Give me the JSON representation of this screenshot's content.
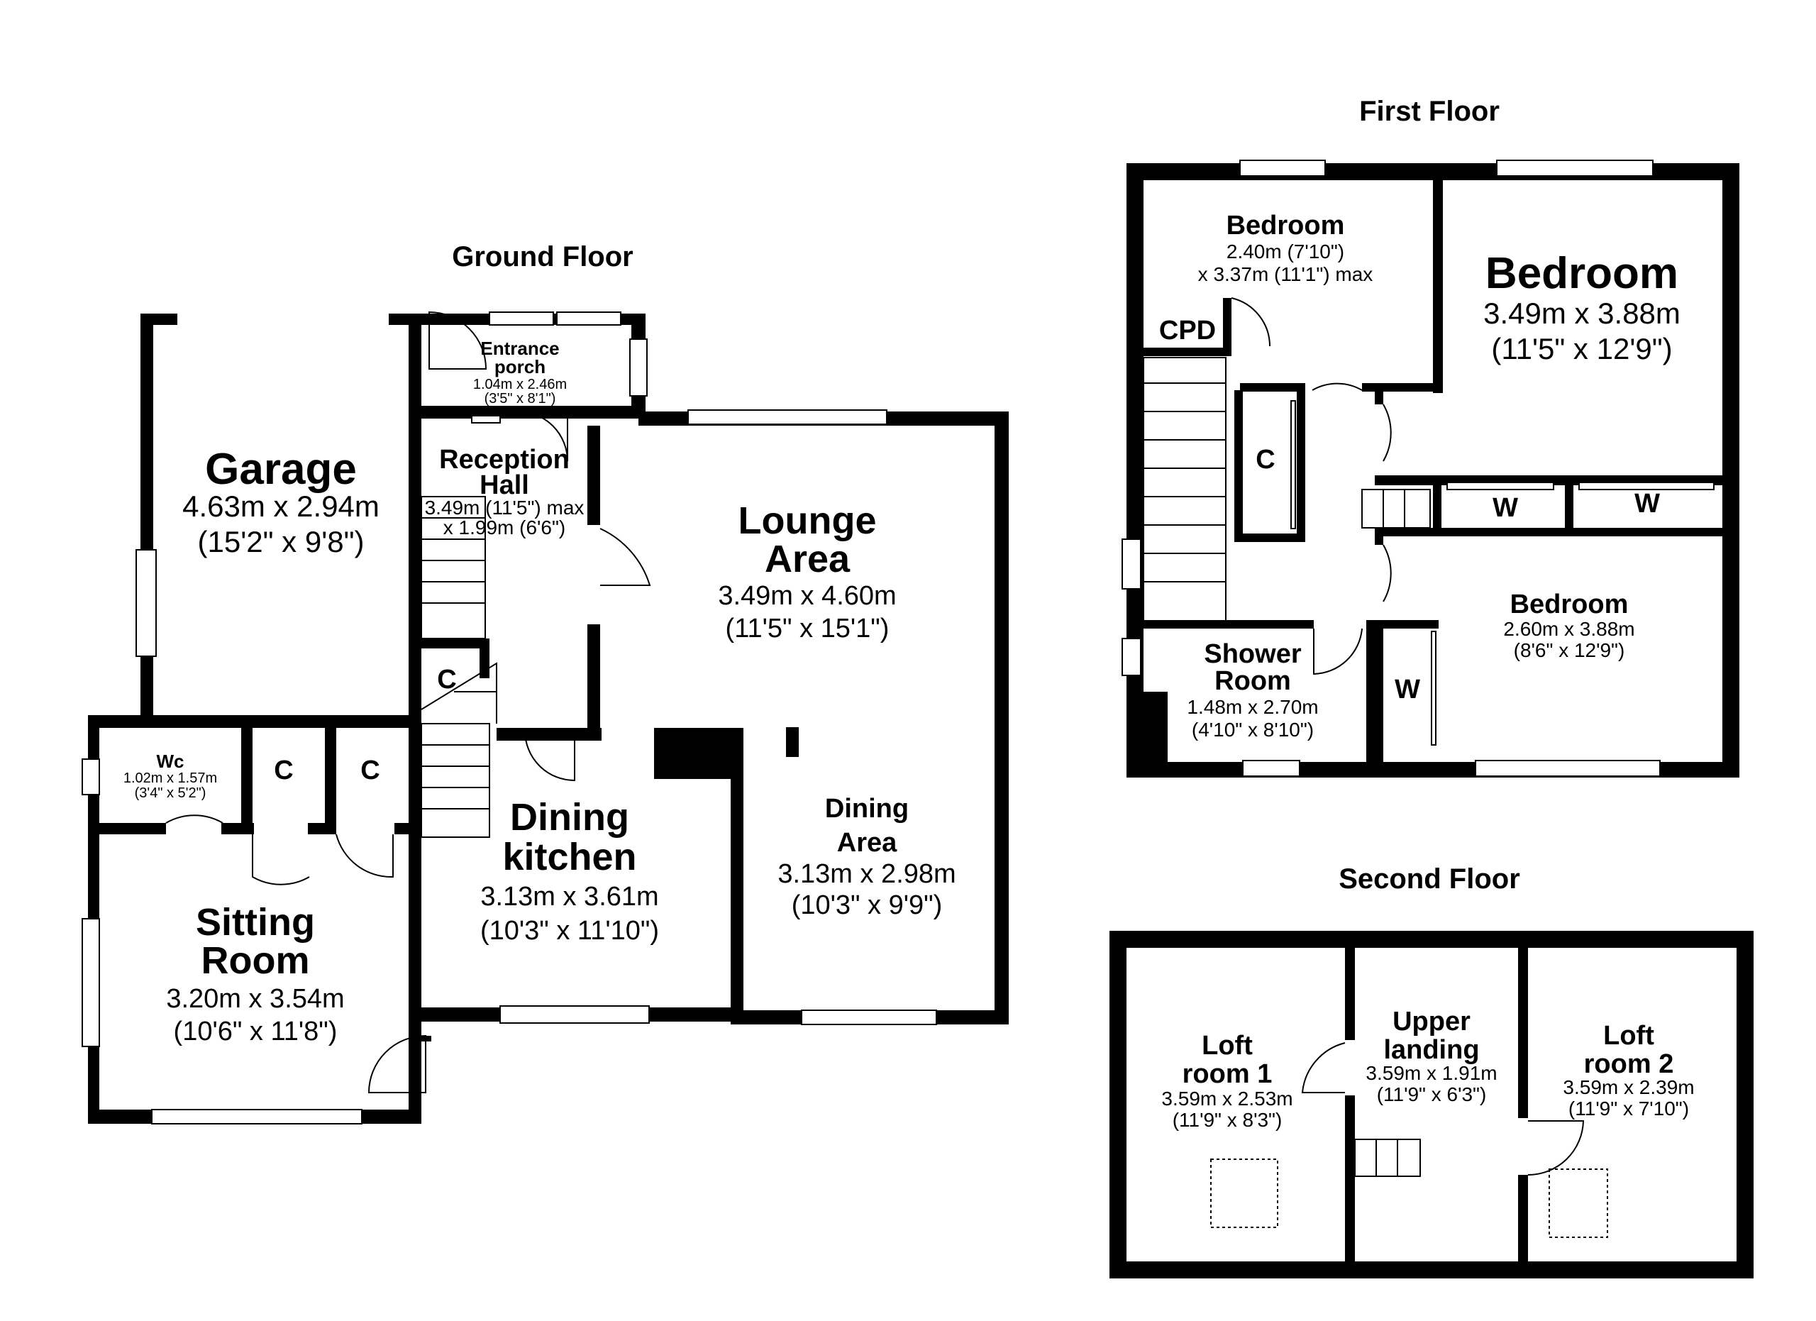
{
  "floors": {
    "ground": "Ground Floor",
    "first": "First Floor",
    "second": "Second Floor"
  },
  "rooms": {
    "garage": {
      "name": "Garage",
      "dim_m": "4.63m x 2.94m",
      "dim_ft": "(15'2\" x 9'8\")"
    },
    "porch": {
      "name1": "Entrance",
      "name2": "porch",
      "dim_m": "1.04m x 2.46m",
      "dim_ft": "(3'5\" x 8'1\")"
    },
    "reception": {
      "name1": "Reception",
      "name2": "Hall",
      "dim_m": "3.49m (11'5\") max",
      "dim_ft": "x 1.99m (6'6\")"
    },
    "lounge": {
      "name1": "Lounge",
      "name2": "Area",
      "dim_m": "3.49m x 4.60m",
      "dim_ft": "(11'5\" x 15'1\")"
    },
    "dining_area": {
      "name1": "Dining",
      "name2": "Area",
      "dim_m": "3.13m x 2.98m",
      "dim_ft": "(10'3\" x 9'9\")"
    },
    "kitchen": {
      "name1": "Dining",
      "name2": "kitchen",
      "dim_m": "3.13m x 3.61m",
      "dim_ft": "(10'3\" x 11'10\")"
    },
    "wc": {
      "name": "Wc",
      "dim_m": "1.02m x 1.57m",
      "dim_ft": "(3'4\" x 5'2\")"
    },
    "sitting": {
      "name1": "Sitting",
      "name2": "Room",
      "dim_m": "3.20m x 3.54m",
      "dim_ft": "(10'6\" x 11'8\")"
    },
    "bed_small": {
      "name": "Bedroom",
      "dim_m": "2.40m (7'10\")",
      "dim_ft": "x 3.37m (11'1\") max"
    },
    "bed_main": {
      "name": "Bedroom",
      "dim_m": "3.49m x 3.88m",
      "dim_ft": "(11'5\" x 12'9\")"
    },
    "bed_third": {
      "name": "Bedroom",
      "dim_m": "2.60m x 3.88m",
      "dim_ft": "(8'6\" x 12'9\")"
    },
    "shower": {
      "name1": "Shower",
      "name2": "Room",
      "dim_m": "1.48m x 2.70m",
      "dim_ft": "(4'10\" x 8'10\")"
    },
    "loft1": {
      "name1": "Loft",
      "name2": "room 1",
      "dim_m": "3.59m x 2.53m",
      "dim_ft": "(11'9\" x 8'3\")"
    },
    "landing": {
      "name1": "Upper",
      "name2": "landing",
      "dim_m": "3.59m x 1.91m",
      "dim_ft": "(11'9\" x 6'3\")"
    },
    "loft2": {
      "name1": "Loft",
      "name2": "room 2",
      "dim_m": "3.59m x 2.39m",
      "dim_ft": "(11'9\" x 7'10\")"
    }
  },
  "storage": {
    "cupboard": "C",
    "cpd": "CPD",
    "wardrobe": "W"
  },
  "colors": {
    "wall": "#000000",
    "background": "#ffffff"
  }
}
